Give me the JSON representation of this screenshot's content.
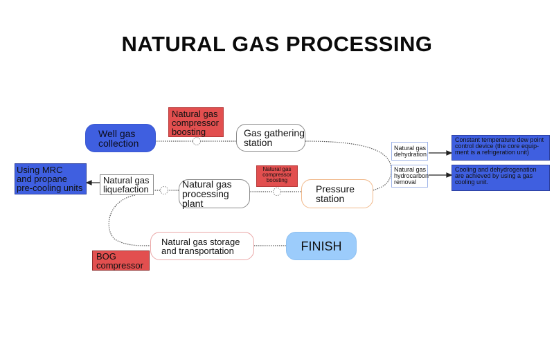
{
  "title": "NATURAL GAS PROCESSING",
  "nodes": {
    "well": "Well gas\ncollection",
    "compressor_1": "Natural gas\ncompressor\nboosting",
    "gathering": "Gas gathering\nstation",
    "dehydration": "Natural gas\ndehydration",
    "hydrocarbon_removal": "Natural gas\nhydrocarbon\nremoval",
    "dew_point_note": "Constant temperature dew point\ncontrol device (the core equip-\nment is a refrigeration unit)",
    "cooling_note": "Cooling and dehydrogenation\nare achieved by using a gas\ncooling unit.",
    "pressure": "Pressure\nstation",
    "compressor_2": "Natural gas\ncompressor\nboosting",
    "plant": "Natural gas\nprocessing plant",
    "liquefaction": "Natural gas\nliquefaction",
    "mrc_note": "Using MRC\nand propane\npre-cooling units",
    "storage": "Natural gas storage\nand transportation",
    "finish": "FINISH",
    "bog": "BOG\ncompressor"
  },
  "colors": {
    "blue_box": "#3f5fe0",
    "red_box": "#e24f4f",
    "finish": "#9cccfb",
    "connector": "#555555"
  }
}
